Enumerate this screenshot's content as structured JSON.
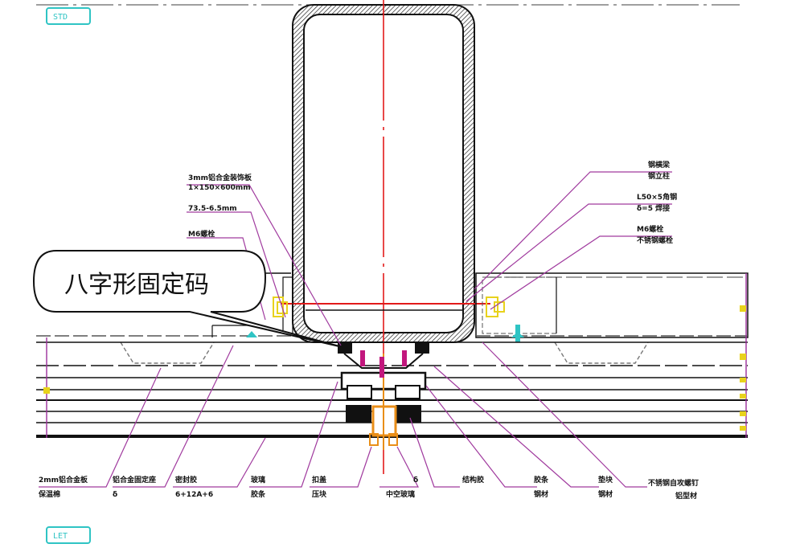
{
  "callout": {
    "text": "八字形固定码"
  },
  "tags": {
    "top": "STD",
    "bottom": "LET"
  },
  "labels_left": [
    {
      "l1": "3mm铝合金装饰板",
      "l2": "1×150×600mm"
    },
    {
      "l1": "73.5-6.5mm"
    },
    {
      "l1": "M6螺栓"
    }
  ],
  "labels_right": [
    {
      "l1": "钢横梁",
      "l2": "钢立柱"
    },
    {
      "l1": "L50×5角钢",
      "l2": "δ=5 焊接"
    },
    {
      "l1": "M6螺栓",
      "l2": "不锈钢螺栓"
    }
  ],
  "labels_bottom": [
    {
      "l1": "2mm铝合金板",
      "l2": "保温棉"
    },
    {
      "l1": "铝合金固定座",
      "l2": "δ"
    },
    {
      "l1": "密封胶",
      "l2": "6+12A+6"
    },
    {
      "l1": "玻璃",
      "l2": "胶条"
    },
    {
      "l1": "扣盖",
      "l2": "压块"
    },
    {
      "l1": "δ",
      "l2": "中空玻璃"
    },
    {
      "l1": "结构胶",
      "l2": ""
    },
    {
      "l1": "胶条",
      "l2": "钢材"
    },
    {
      "l1": "垫块",
      "l2": "钢材"
    },
    {
      "l1": "不锈钢自攻螺钉",
      "l2": "铝型材"
    }
  ]
}
